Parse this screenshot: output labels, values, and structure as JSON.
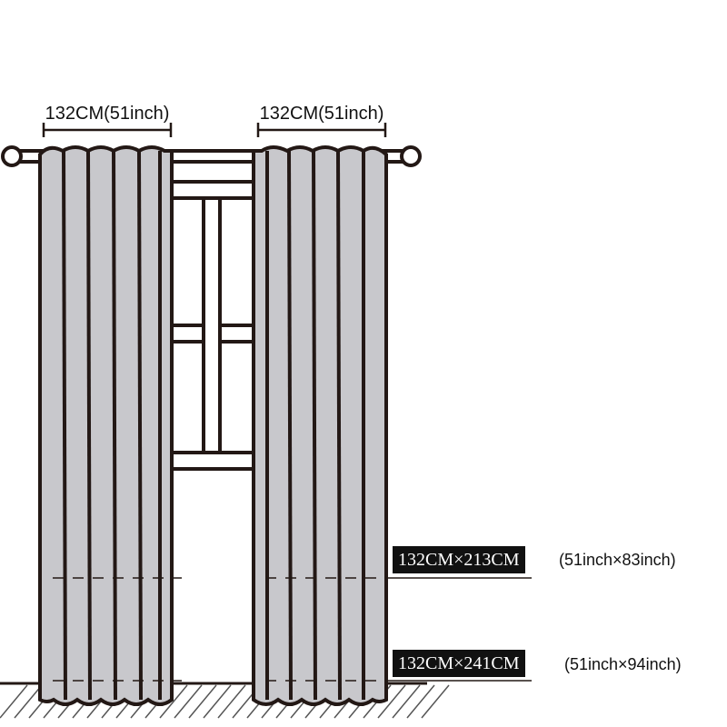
{
  "widths": {
    "left_panel": "132CM(51inch)",
    "right_panel": "132CM(51inch)"
  },
  "sizes": [
    {
      "metric": "132CM×213CM",
      "imperial": "(51inch×83inch)"
    },
    {
      "metric": "132CM×241CM",
      "imperial": "(51inch×94inch)"
    }
  ],
  "colors": {
    "curtain_fill": "#c8c8cc",
    "outline": "#231815",
    "badge_background": "#111111",
    "badge_text": "#ffffff"
  }
}
